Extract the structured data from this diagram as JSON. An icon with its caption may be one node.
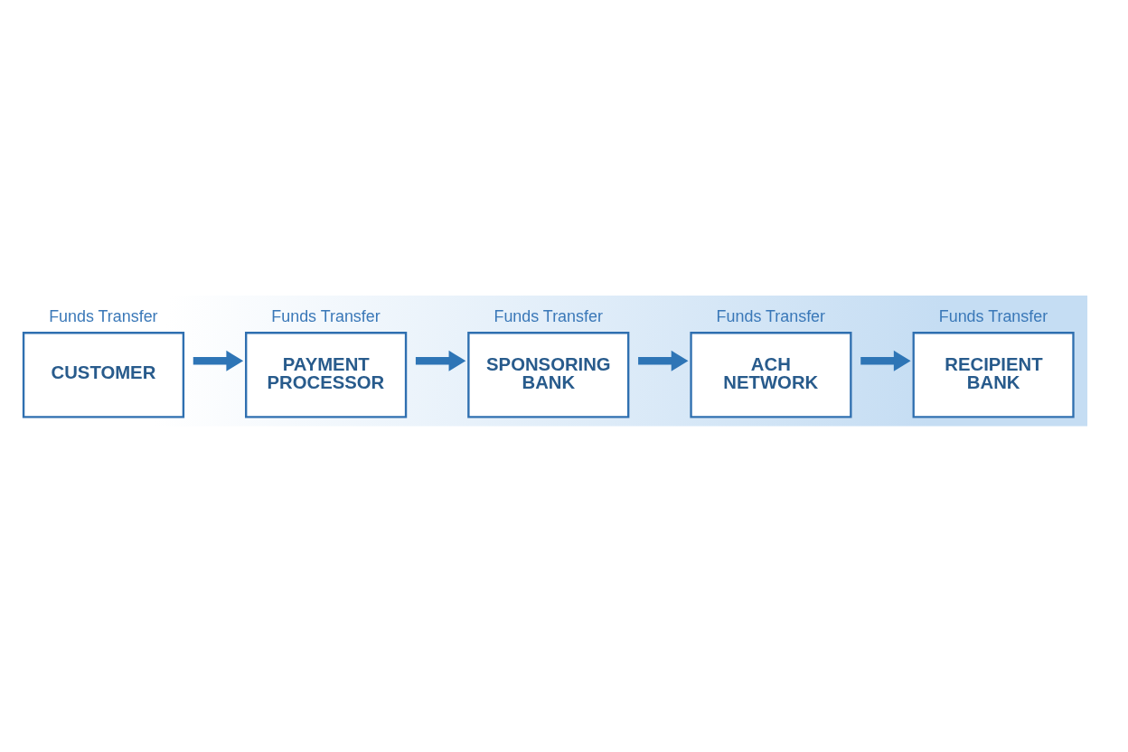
{
  "diagram": {
    "nodes": [
      {
        "text": [
          "Funds Transfer",
          "CUSTOMER"
        ]
      },
      {
        "text": [
          "Funds Transfer",
          "PAYMENT PROCESSOR"
        ]
      },
      {
        "text": [
          "Funds Transfer",
          "SPONSORING BANK"
        ]
      },
      {
        "text": [
          "Funds Transfer",
          "ACH NETWORK"
        ]
      },
      {
        "text": [
          "Funds Transfer",
          "RECIPIENT BANK"
        ]
      }
    ],
    "edges": [
      {
        "from": 0,
        "to": 1,
        "arrow": "to"
      },
      {
        "from": 1,
        "to": 2,
        "arrow": "to"
      },
      {
        "from": 2,
        "to": 3,
        "arrow": "to"
      },
      {
        "from": 3,
        "to": 4,
        "arrow": "to"
      }
    ]
  }
}
